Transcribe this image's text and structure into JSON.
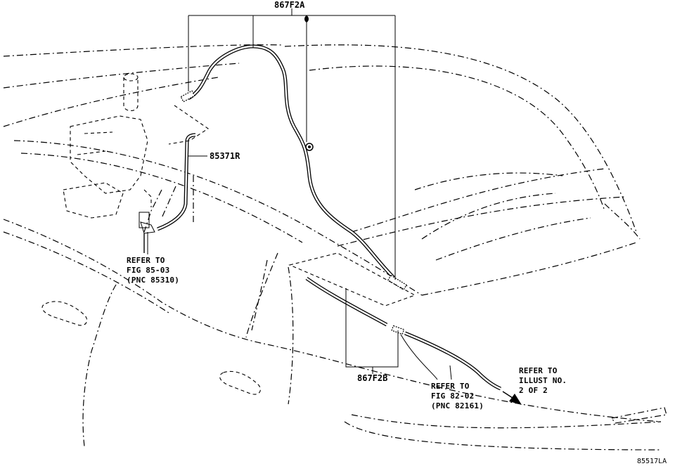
{
  "diagram": {
    "callouts": {
      "top_part": "867F2A",
      "middle_part": "85371R",
      "bottom_part": "867F2B"
    },
    "refs": {
      "washer_tank": [
        "REFER TO",
        "FIG 85-03",
        "(PNC 85310)"
      ],
      "rear_hose": [
        "REFER TO",
        "FIG 82-02",
        "(PNC 82161)"
      ],
      "next_illust": [
        "REFER TO",
        "ILLUST NO.",
        "2 OF 2"
      ]
    },
    "illustration_code": "85517LA"
  },
  "colors": {
    "line": "#000000",
    "background": "#ffffff"
  }
}
